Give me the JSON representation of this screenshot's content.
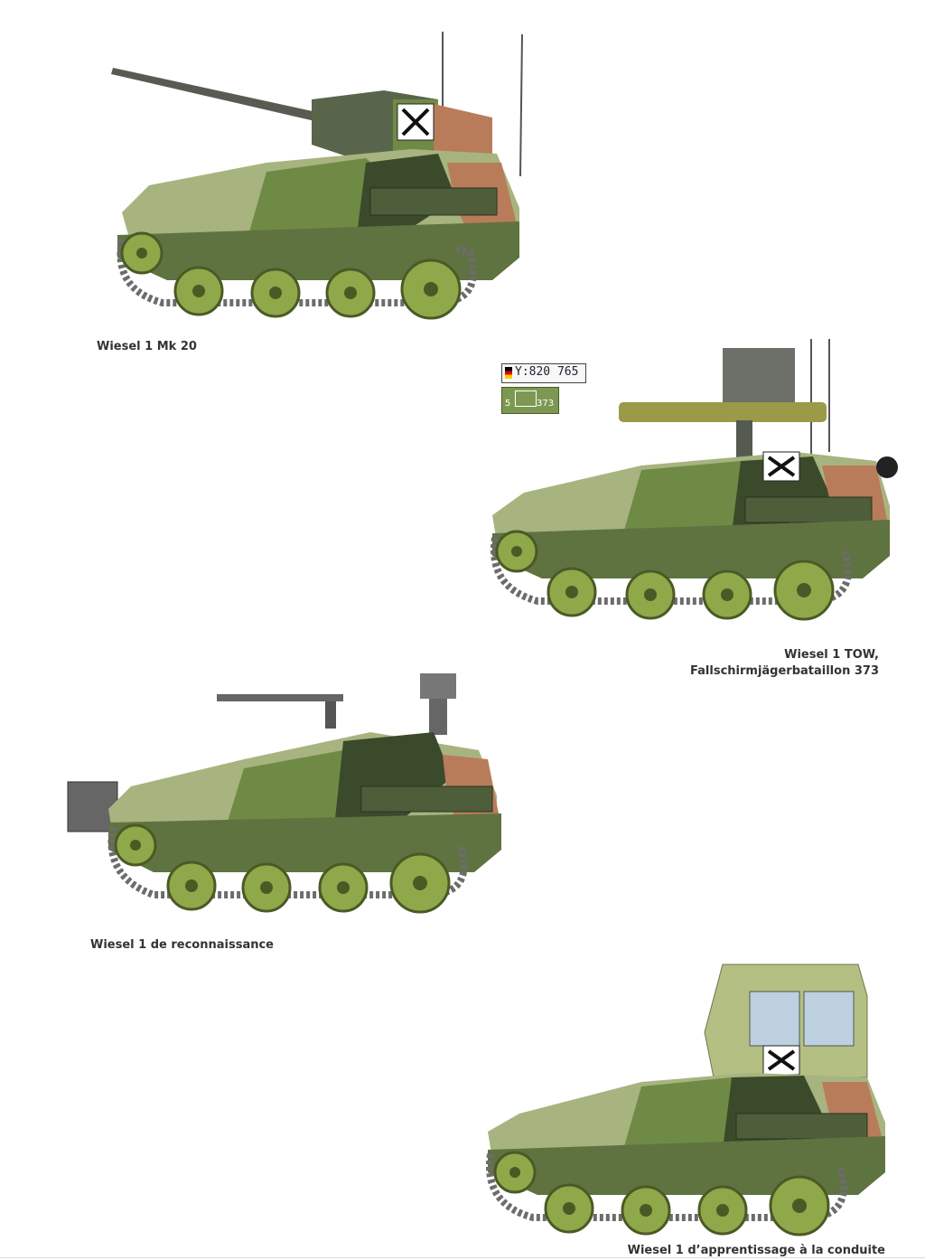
{
  "vehicles": [
    {
      "caption": "Wiesel 1 Mk 20"
    },
    {
      "caption_line1": "Wiesel 1 TOW,",
      "caption_line2": "Fallschirmjägerbataillon 373"
    },
    {
      "caption": "Wiesel 1 de reconnaissance"
    },
    {
      "caption": "Wiesel 1 d’apprentissage à la conduite"
    }
  ],
  "markings": {
    "registration": "Y:820 765",
    "unit_left": "5",
    "unit_right": "373"
  },
  "colors": {
    "camo_green": "#6f8a45",
    "camo_dark": "#3b4a2b",
    "camo_brown": "#b87c5a",
    "camo_light": "#a7b47f",
    "wheel_green": "#8fa84a",
    "track": "#6c6c6c"
  }
}
